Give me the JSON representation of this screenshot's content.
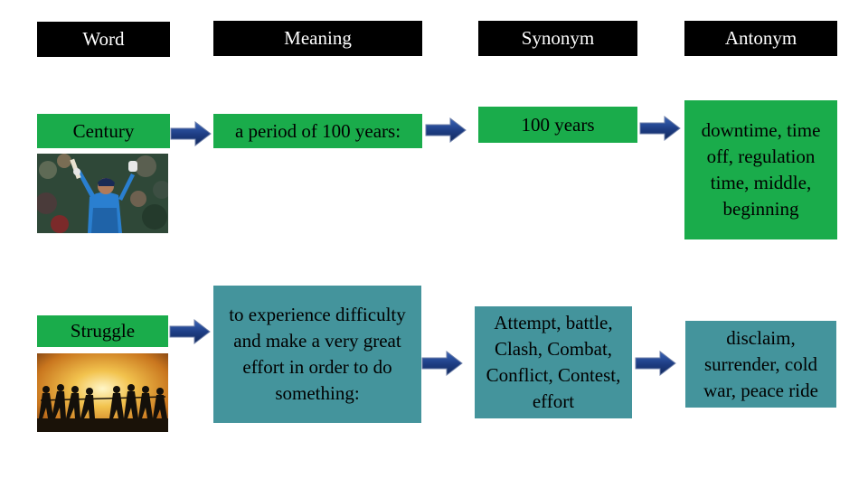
{
  "headers": {
    "word": "Word",
    "meaning": "Meaning",
    "synonym": "Synonym",
    "antonym": "Antonym"
  },
  "rows": [
    {
      "word": "Century",
      "meaning": "a period of 100 years:",
      "synonym": "100 years",
      "antonym": "downtime, time off, regulation time, middle, beginning",
      "image_icon": "cricket-player-celebrating-photo"
    },
    {
      "word": "Struggle",
      "meaning": "to experience difficulty and make a very great effort in order to do something:",
      "synonym": "Attempt, battle, Clash, Combat, Conflict, Contest, effort",
      "antonym": "disclaim, surrender, cold war, peace ride",
      "image_icon": "tug-of-war-silhouette-photo"
    }
  ],
  "colors": {
    "header_bg": "#000000",
    "green_box": "#1aac4b",
    "teal_box": "#44949c",
    "arrow_fill": "#1f3f86"
  }
}
